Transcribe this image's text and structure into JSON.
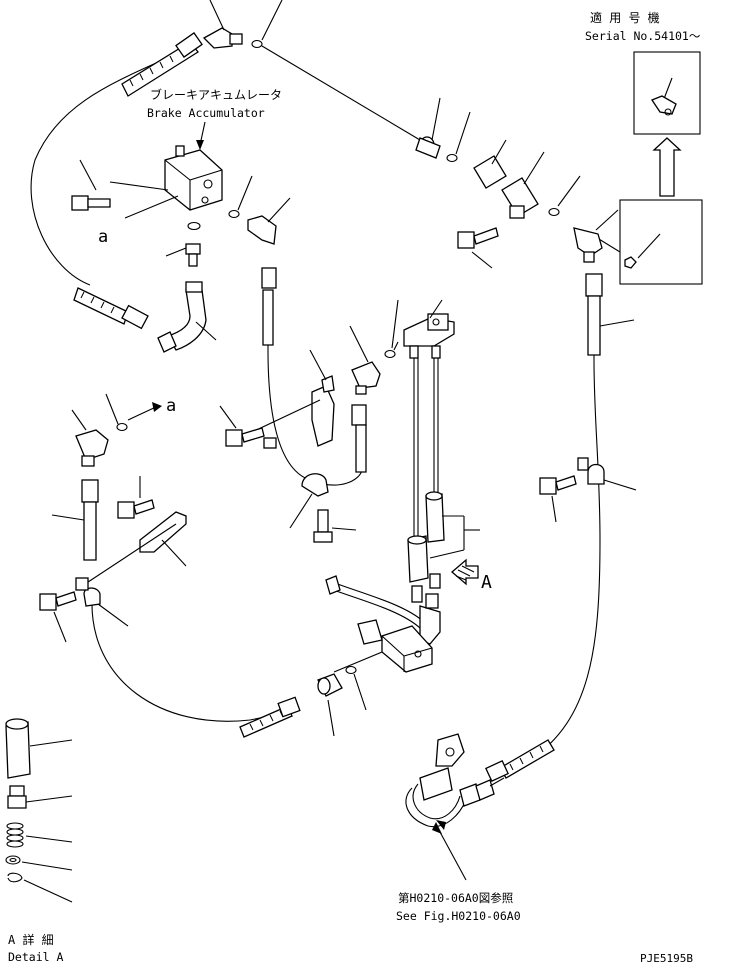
{
  "labels": {
    "serial_jp": "適 用 号 機",
    "serial_en": "Serial No.54101～",
    "accumulator_jp": "ブレーキアキュムレータ",
    "accumulator_en": "Brake Accumulator",
    "ref_jp": "第H0210-06A0図参照",
    "ref_en": "See Fig.H0210-06A0",
    "detail_jp": "A 詳 細",
    "detail_en": "Detail A",
    "marker_a_upper": "a",
    "marker_a_mid": "a",
    "marker_A": "A",
    "drawing_no": "PJE5195B"
  }
}
